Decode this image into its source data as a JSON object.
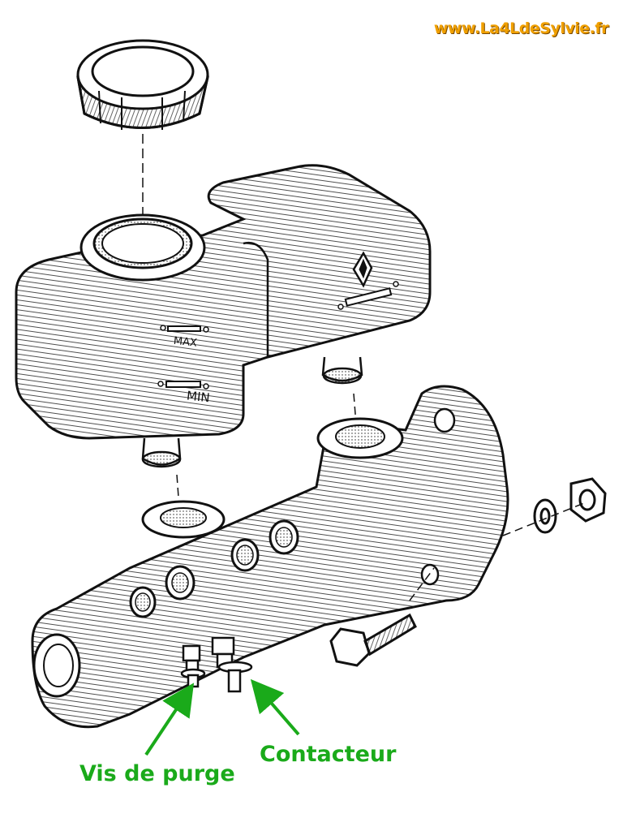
{
  "header": {
    "site_url": "www.La4LdeSylvie.fr"
  },
  "reservoir": {
    "max_label": "MAX",
    "min_label": "MIN"
  },
  "callouts": {
    "bleed_screw": "Vis de purge",
    "contactor": "Contacteur"
  },
  "colors": {
    "line_art": "#111111",
    "callout_green": "#1aaa1a",
    "url_orange": "#f0a000"
  }
}
